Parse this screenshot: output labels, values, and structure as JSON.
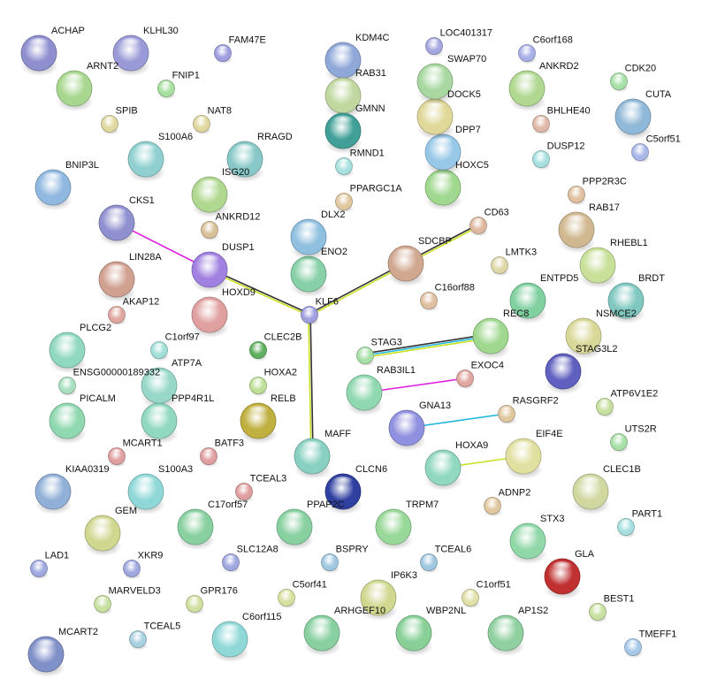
{
  "nodes": [
    {
      "label": "ACHAP",
      "color": "#8f8fd0"
    },
    {
      "label": "KLHL30",
      "color": "#9a9ad8"
    },
    {
      "label": "FAM47E",
      "color": "#a0a0e0"
    },
    {
      "label": "ARNT2",
      "color": "#a8d890"
    },
    {
      "label": "FNIP1",
      "color": "#a8e0a0"
    },
    {
      "label": "SPIB",
      "color": "#e0d8a0"
    },
    {
      "label": "NAT8",
      "color": "#e0d8a0"
    },
    {
      "label": "S100A6",
      "color": "#90d0d0"
    },
    {
      "label": "RRAGD",
      "color": "#88c8c8"
    },
    {
      "label": "BNIP3L",
      "color": "#90b8e0"
    },
    {
      "label": "ISG20",
      "color": "#b0d890"
    },
    {
      "label": "CKS1",
      "color": "#9090d0"
    },
    {
      "label": "ANKRD12",
      "color": "#d8c098"
    },
    {
      "label": "DUSP1",
      "color": "#a080e0"
    },
    {
      "label": "LIN28A",
      "color": "#d0a090"
    },
    {
      "label": "AKAP12",
      "color": "#e0a8a0"
    },
    {
      "label": "HOXD9",
      "color": "#e0a0a0"
    },
    {
      "label": "KLF6",
      "color": "#a0a0e0"
    },
    {
      "label": "PLCG2",
      "color": "#90d8c0"
    },
    {
      "label": "C1orf97",
      "color": "#a0e0d8"
    },
    {
      "label": "CLEC2B",
      "color": "#60b060"
    },
    {
      "label": "ENSG00000189332",
      "color": "#a8e0c0"
    },
    {
      "label": "ATP7A",
      "color": "#98d8c8"
    },
    {
      "label": "HOXA2",
      "color": "#c0e098"
    },
    {
      "label": "PICALM",
      "color": "#90d8b0"
    },
    {
      "label": "PPP4R1L",
      "color": "#90d8c0"
    },
    {
      "label": "RELB",
      "color": "#c0b040"
    },
    {
      "label": "MCART1",
      "color": "#e0a0a0"
    },
    {
      "label": "BATF3",
      "color": "#e0a0a0"
    },
    {
      "label": "MAFF",
      "color": "#88d0c0"
    },
    {
      "label": "KIAA0319",
      "color": "#90b0d8"
    },
    {
      "label": "S100A3",
      "color": "#90d8d8"
    },
    {
      "label": "TCEAL3",
      "color": "#e0a0a0"
    },
    {
      "label": "CLCN6",
      "color": "#3040a0"
    },
    {
      "label": "GEM",
      "color": "#d0d890"
    },
    {
      "label": "C17orf57",
      "color": "#88d0a0"
    },
    {
      "label": "PPAP2C",
      "color": "#88d0a0"
    },
    {
      "label": "TRPM7",
      "color": "#98d898"
    },
    {
      "label": "LAD1",
      "color": "#a0a8e0"
    },
    {
      "label": "XKR9",
      "color": "#a0a8e0"
    },
    {
      "label": "SLC12A8",
      "color": "#a0a8e0"
    },
    {
      "label": "BSPRY",
      "color": "#a0c8e0"
    },
    {
      "label": "TCEAL6",
      "color": "#a0c8e0"
    },
    {
      "label": "MARVELD3",
      "color": "#c8e0a0"
    },
    {
      "label": "GPR176",
      "color": "#d0e0a0"
    },
    {
      "label": "C5orf41",
      "color": "#d8e0a0"
    },
    {
      "label": "IP6K3",
      "color": "#d0d890"
    },
    {
      "label": "C1orf51",
      "color": "#e0e0a8"
    },
    {
      "label": "MCART2",
      "color": "#8090c8"
    },
    {
      "label": "TCEAL5",
      "color": "#a8d0e0"
    },
    {
      "label": "C6orf115",
      "color": "#90d8d8"
    },
    {
      "label": "ARHGEF10",
      "color": "#88d0a0"
    },
    {
      "label": "WBP2NL",
      "color": "#88d098"
    },
    {
      "label": "AP1S2",
      "color": "#90d0a0"
    },
    {
      "label": "BEST1",
      "color": "#c8e0a0"
    },
    {
      "label": "TMEFF1",
      "color": "#a8c8e8"
    },
    {
      "label": "GLA",
      "color": "#c03030"
    },
    {
      "label": "STX3",
      "color": "#90d8a8"
    },
    {
      "label": "PART1",
      "color": "#a8e0e0"
    },
    {
      "label": "ADNP2",
      "color": "#e0c8a0"
    },
    {
      "label": "CLEC1B",
      "color": "#d0d8a0"
    },
    {
      "label": "HOXA9",
      "color": "#90d8c0"
    },
    {
      "label": "EIF4E",
      "color": "#e0e0a0"
    },
    {
      "label": "UTS2R",
      "color": "#a8e0a8"
    },
    {
      "label": "GNA13",
      "color": "#9090e0"
    },
    {
      "label": "RASGRF2",
      "color": "#e0c8a0"
    },
    {
      "label": "ATP6V1E2",
      "color": "#c8e0a0"
    },
    {
      "label": "RAB3IL1",
      "color": "#90d8b0"
    },
    {
      "label": "EXOC4",
      "color": "#e0a8a0"
    },
    {
      "label": "STAG3L2",
      "color": "#6060c0"
    },
    {
      "label": "STAG3",
      "color": "#a8e0a8"
    },
    {
      "label": "REC8",
      "color": "#a0d890"
    },
    {
      "label": "NSMCE2",
      "color": "#d8d898"
    },
    {
      "label": "ENTPD5",
      "color": "#80d0a0"
    },
    {
      "label": "BRDT",
      "color": "#80c8c0"
    },
    {
      "label": "C16orf88",
      "color": "#e0c0a0"
    },
    {
      "label": "LMTK3",
      "color": "#e0d8a8"
    },
    {
      "label": "RHEBL1",
      "color": "#c8e098"
    },
    {
      "label": "SDCBP",
      "color": "#d0a890"
    },
    {
      "label": "CD63",
      "color": "#e0b8a0"
    },
    {
      "label": "RAB17",
      "color": "#d0b890"
    },
    {
      "label": "PPP2R3C",
      "color": "#e0c0a0"
    },
    {
      "label": "ENO2",
      "color": "#88d0a8"
    },
    {
      "label": "DLX2",
      "color": "#90c0e0"
    },
    {
      "label": "PPARGC1A",
      "color": "#e0c8a0"
    },
    {
      "label": "RMND1",
      "color": "#a8e0e0"
    },
    {
      "label": "HOXC5",
      "color": "#a0d890"
    },
    {
      "label": "DPP7",
      "color": "#98c8e8"
    },
    {
      "label": "DOCK5",
      "color": "#e0d898"
    },
    {
      "label": "SWAP70",
      "color": "#a8d8a0"
    },
    {
      "label": "LOC401317",
      "color": "#a8a8e0"
    },
    {
      "label": "KDM4C",
      "color": "#90a8d8"
    },
    {
      "label": "RAB31",
      "color": "#c0d8a0"
    },
    {
      "label": "GMNN",
      "color": "#40a098"
    },
    {
      "label": "C6orf168",
      "color": "#a8b0e8"
    },
    {
      "label": "ANKRD2",
      "color": "#b0d890"
    },
    {
      "label": "BHLHE40",
      "color": "#e0b8a8"
    },
    {
      "label": "DUSP12",
      "color": "#a8e0e0"
    },
    {
      "label": "CDK20",
      "color": "#a8e0a8"
    },
    {
      "label": "CUTA",
      "color": "#90b8d8"
    },
    {
      "label": "C5orf51",
      "color": "#a8b8e8"
    }
  ],
  "edges": [
    {
      "from": "CKS1",
      "to": "DUSP1",
      "colors": [
        "#e020e0"
      ]
    },
    {
      "from": "DUSP1",
      "to": "KLF6",
      "colors": [
        "#333333",
        "#c8e020"
      ]
    },
    {
      "from": "KLF6",
      "to": "SDCBP",
      "colors": [
        "#333333",
        "#c8e020"
      ]
    },
    {
      "from": "SDCBP",
      "to": "CD63",
      "colors": [
        "#333333",
        "#c8e020"
      ]
    },
    {
      "from": "KLF6",
      "to": "MAFF",
      "colors": [
        "#333333",
        "#c8e020"
      ]
    },
    {
      "from": "STAG3",
      "to": "REC8",
      "colors": [
        "#333333",
        "#20b8e0",
        "#c8e020"
      ]
    },
    {
      "from": "RAB3IL1",
      "to": "EXOC4",
      "colors": [
        "#e020e0"
      ]
    },
    {
      "from": "GNA13",
      "to": "RASGRF2",
      "colors": [
        "#20b8e0"
      ]
    },
    {
      "from": "HOXA9",
      "to": "EIF4E",
      "colors": [
        "#c8e020"
      ]
    }
  ]
}
